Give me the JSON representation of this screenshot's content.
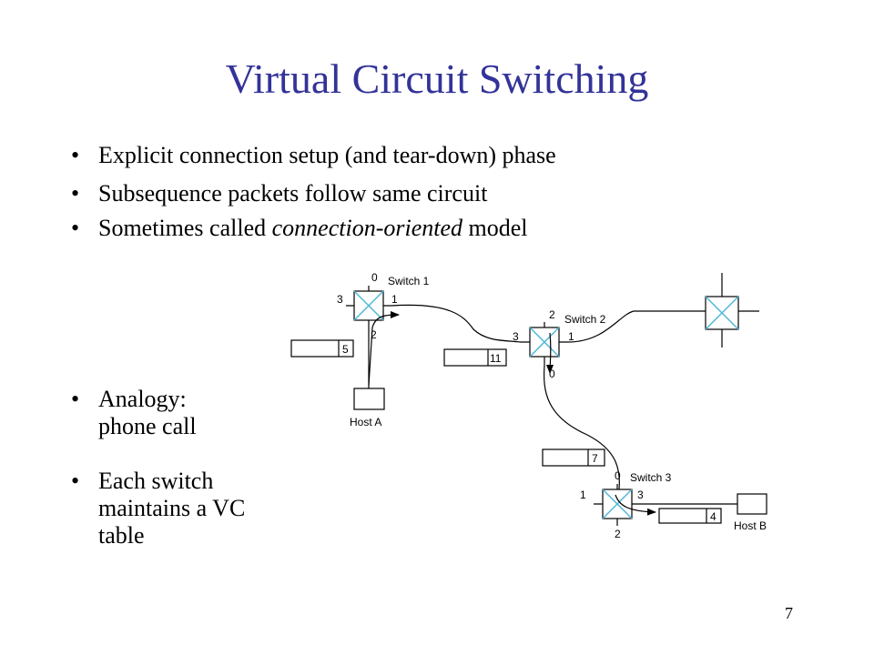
{
  "slide": {
    "title": "Virtual Circuit Switching",
    "bullets": [
      {
        "pre": "Explicit connection setup (and tear-down) phase",
        "em": "",
        "post": ""
      },
      {
        "pre": "Subsequence packets follow same circuit",
        "em": "",
        "post": ""
      },
      {
        "pre": "Sometimes called ",
        "em": "connection-oriented",
        "post": " model"
      }
    ],
    "side_bullets": [
      {
        "lines": [
          "Analogy:",
          "phone call"
        ]
      },
      {
        "lines": [
          "Each switch",
          "maintains a VC",
          "table"
        ]
      }
    ],
    "bullet_char": "•",
    "page_number": "7"
  },
  "diagram": {
    "switch1": {
      "label": "Switch 1",
      "ports": [
        "0",
        "1",
        "2",
        "3"
      ]
    },
    "switch2": {
      "label": "Switch 2",
      "ports": [
        "0",
        "1",
        "2",
        "3"
      ]
    },
    "switch3": {
      "label": "Switch 3",
      "ports": [
        "0",
        "1",
        "2",
        "3"
      ]
    },
    "host_a": "Host A",
    "host_b": "Host B",
    "packets": [
      "5",
      "11",
      "7",
      "4"
    ]
  }
}
